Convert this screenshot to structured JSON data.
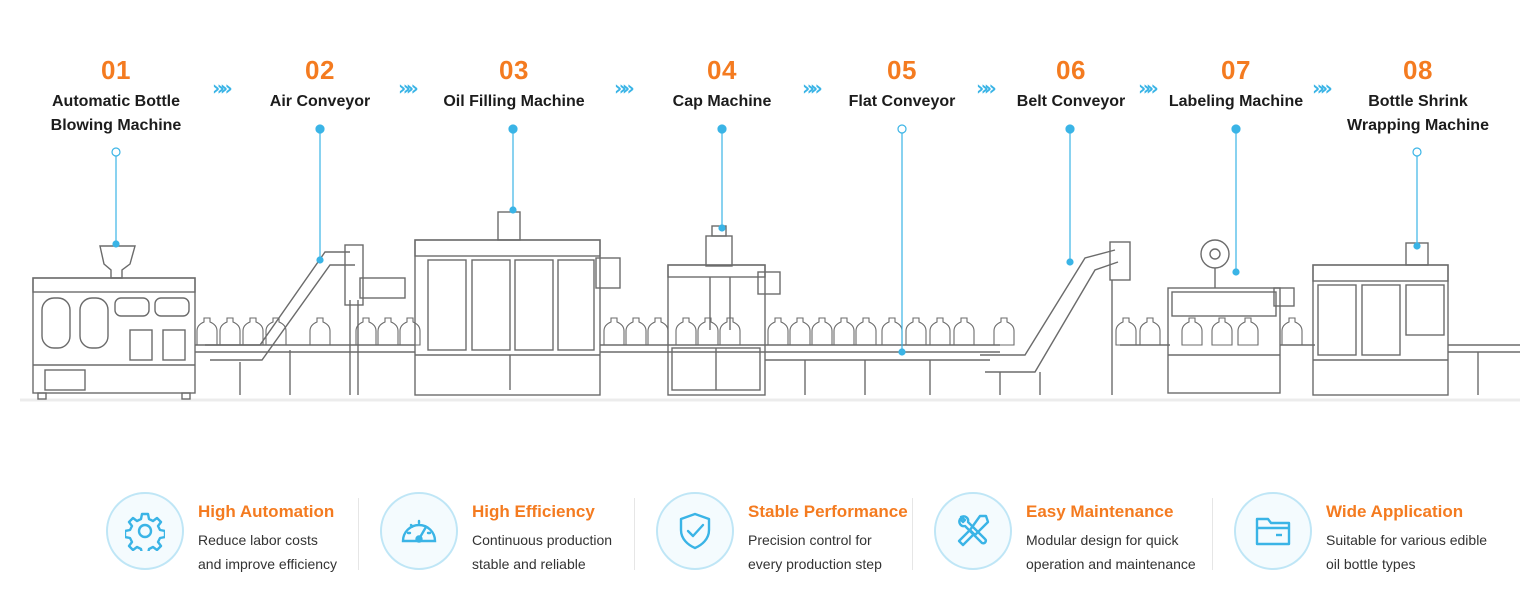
{
  "colors": {
    "accent_orange": "#f47b20",
    "accent_blue": "#3ab4e6",
    "line_gray": "#6b6b6b",
    "title_dark": "#1c1c1c"
  },
  "steps": [
    {
      "number": "01",
      "title_line1": "Automatic Bottle",
      "title_line2": "Blowing Machine"
    },
    {
      "number": "02",
      "title_line1": "Air Conveyor",
      "title_line2": ""
    },
    {
      "number": "03",
      "title_line1": "Oil Filling Machine",
      "title_line2": ""
    },
    {
      "number": "04",
      "title_line1": "Cap Machine",
      "title_line2": ""
    },
    {
      "number": "05",
      "title_line1": "Flat Conveyor",
      "title_line2": ""
    },
    {
      "number": "06",
      "title_line1": "Belt Conveyor",
      "title_line2": ""
    },
    {
      "number": "07",
      "title_line1": "Labeling Machine",
      "title_line2": ""
    },
    {
      "number": "08",
      "title_line1": "Bottle Shrink",
      "title_line2": "Wrapping Machine"
    }
  ],
  "arrow_glyph": "»»",
  "features": [
    {
      "icon": "gear-icon",
      "title": "High Automation",
      "line1": "Reduce labor costs",
      "line2": "and improve efficiency"
    },
    {
      "icon": "speedometer-icon",
      "title": "High Efficiency",
      "line1": "Continuous production",
      "line2": "stable and reliable"
    },
    {
      "icon": "shield-check-icon",
      "title": "Stable Performance",
      "line1": "Precision control for",
      "line2": "every production step"
    },
    {
      "icon": "tools-icon",
      "title": "Easy Maintenance",
      "line1": "Modular design for quick",
      "line2": "operation and maintenance"
    },
    {
      "icon": "folder-icon",
      "title": "Wide Application",
      "line1": "Suitable for various edible",
      "line2": "oil bottle types"
    }
  ]
}
